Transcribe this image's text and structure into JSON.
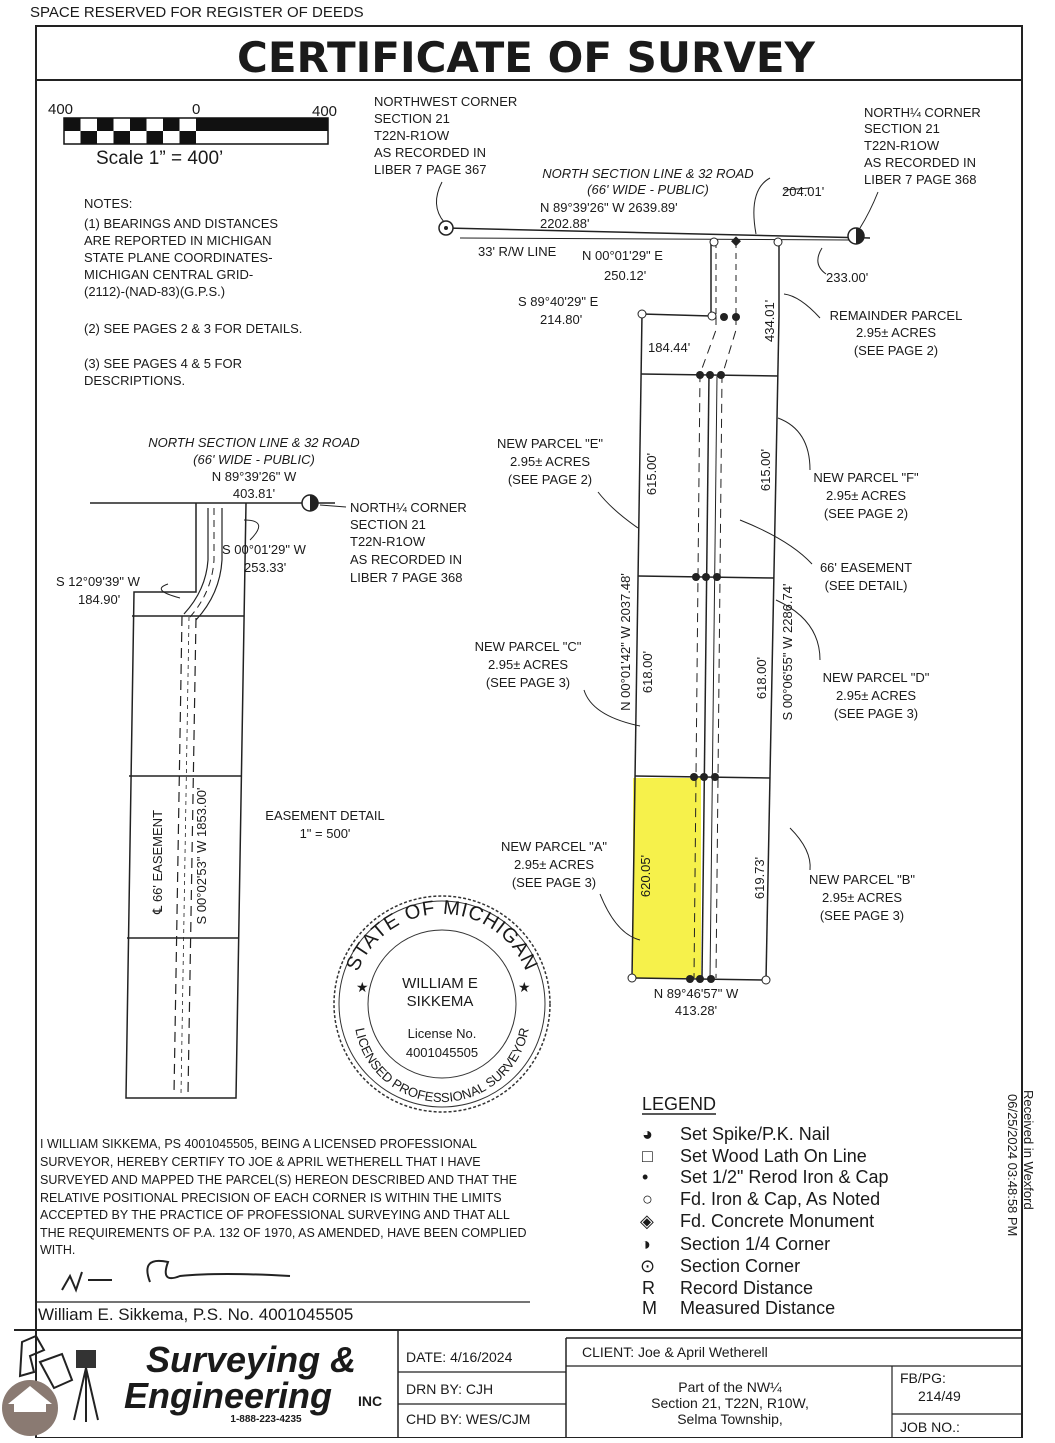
{
  "header": {
    "reserved": "SPACE RESERVED FOR REGISTER OF DEEDS",
    "title": "CERTIFICATE OF SURVEY"
  },
  "scale": {
    "left": "400",
    "mid": "0",
    "right": "400",
    "label": "Scale  1”  =  400’"
  },
  "notes": {
    "heading": "NOTES:",
    "lines": [
      "(1) BEARINGS AND DISTANCES",
      "ARE REPORTED IN MICHIGAN",
      "STATE PLANE COORDINATES-",
      "MICHIGAN CENTRAL GRID-",
      "(2112)-(NAD-83)(G.P.S.)",
      "(2) SEE PAGES 2 & 3 FOR DETAILS.",
      "(3) SEE PAGES 4 & 5 FOR",
      "DESCRIPTIONS."
    ]
  },
  "nw_corner": [
    "NORTHWEST CORNER",
    "SECTION 21",
    "T22N-R1OW",
    "AS RECORDED IN",
    "LIBER 7 PAGE 367"
  ],
  "n14_corner": [
    "NORTH¼ CORNER",
    "SECTION 21",
    "T22N-R1OW",
    "AS RECORDED IN",
    "LIBER 7 PAGE 368"
  ],
  "main": {
    "road": [
      "NORTH SECTION LINE & 32 ROAD",
      "(66' WIDE - PUBLIC)"
    ],
    "bearing_top": "N 89°39'26\" W  2639.89'",
    "d_2202": "2202.88'",
    "d_204": "204.01'",
    "rw": "33' R/W LINE",
    "n00_bearing": "N 00°01'29\" E",
    "n00_dist": "250.12'",
    "d_233": "233.00'",
    "s89_bearing": "S 89°40'29\" E",
    "s89_dist": "214.80'",
    "d_184": "184.44'",
    "d_434": "434.01'",
    "remainder": [
      "REMAINDER PARCEL",
      "2.95± ACRES",
      "(SEE PAGE 2)"
    ],
    "parcel_e": [
      "NEW PARCEL \"E\"",
      "2.95± ACRES",
      "(SEE PAGE 2)"
    ],
    "parcel_f": [
      "NEW PARCEL \"F\"",
      "2.95± ACRES",
      "(SEE PAGE 2)"
    ],
    "parcel_c": [
      "NEW PARCEL \"C\"",
      "2.95± ACRES",
      "(SEE PAGE 3)"
    ],
    "parcel_d": [
      "NEW PARCEL \"D\"",
      "2.95± ACRES",
      "(SEE PAGE 3)"
    ],
    "parcel_a": [
      "NEW PARCEL \"A\"",
      "2.95± ACRES",
      "(SEE PAGE 3)"
    ],
    "parcel_b": [
      "NEW PARCEL \"B\"",
      "2.95± ACRES",
      "(SEE PAGE 3)"
    ],
    "easement": [
      "66' EASEMENT",
      "(SEE DETAIL)"
    ],
    "d_615_left": "615.00'",
    "d_615_right": "615.00'",
    "d_618_left": "618.00'",
    "d_618_right": "618.00'",
    "d_620": "620.05'",
    "d_619": "619.73'",
    "west_line": "N 00°01'42\" W  2037.48'",
    "east_line": "S 00°06'55\" W  2286.74'",
    "bottom_bearing": "N 89°46'57\" W",
    "bottom_dist": "413.28'"
  },
  "detail": {
    "road": [
      "NORTH SECTION LINE & 32 ROAD",
      "(66' WIDE - PUBLIC)"
    ],
    "bearing": "N 89°39'26\" W",
    "dist": "403.81'",
    "n14": [
      "NORTH¼ CORNER",
      "SECTION 21",
      "T22N-R1OW",
      "AS RECORDED IN",
      "LIBER 7 PAGE 368"
    ],
    "s00_bearing": "S 00°01'29\" W",
    "s00_dist": "253.33'",
    "s12_bearing": "S 12°09'39\" W",
    "s12_dist": "184.90'",
    "centerline": "S 00°02'53\" W  1853.00'",
    "easement_label": "℄ 66' EASEMENT",
    "title": "EASEMENT DETAIL",
    "scale": "1\" = 500'"
  },
  "seal": {
    "top_arc": "STATE OF MICHIGAN",
    "bottom_arc": "LICENSED PROFESSIONAL SURVEYOR",
    "name1": "WILLIAM E",
    "name2": "SIKKEMA",
    "lic": "License No.",
    "lic_no": "4001045505"
  },
  "legend": {
    "title": "LEGEND",
    "items": [
      {
        "sym": "◕",
        "text": "Set  Spike/P.K.  Nail"
      },
      {
        "sym": "□",
        "text": "Set  Wood  Lath  On  Line"
      },
      {
        "sym": "•",
        "text": "Set  1/2\"  Rerod  Iron  &  Cap"
      },
      {
        "sym": "○",
        "text": "Fd.  Iron  &  Cap,  As  Noted"
      },
      {
        "sym": "◈",
        "text": "Fd.  Concrete  Monument"
      },
      {
        "sym": "◑",
        "text": "Section  1/4  Corner"
      },
      {
        "sym": "⊙",
        "text": "Section  Corner"
      },
      {
        "sym": "R",
        "text": "Record  Distance"
      },
      {
        "sym": "M",
        "text": "Measured  Distance"
      }
    ]
  },
  "certification": {
    "lines": [
      "I WILLIAM SIKKEMA, PS 4001045505, BEING A LICENSED PROFESSIONAL",
      "SURVEYOR, HEREBY CERTIFY TO JOE & APRIL WETHERELL THAT I HAVE",
      "SURVEYED AND MAPPED THE PARCEL(S) HEREON DESCRIBED AND THAT THE",
      "RELATIVE POSITIONAL PRECISION OF EACH CORNER IS WITHIN THE LIMITS",
      "ACCEPTED BY THE PRACTICE OF PROFESSIONAL SURVEYING AND THAT ALL",
      "THE REQUIREMENTS OF P.A. 132 OF 1970, AS AMENDED, HAVE BEEN COMPLIED",
      "WITH."
    ],
    "signature_line": "William  E.  Sikkema,  P.S.  No.  4001045505"
  },
  "stamp": "06/25/2024 03:48:58 PM",
  "stamp_cut": "Received in Wexford",
  "title_block": {
    "company1": "Surveying &",
    "company2": "Engineering",
    "inc": "INC",
    "phone": "1-888-223-4235",
    "date": "DATE:  4/16/2024",
    "drn": "DRN  BY:  CJH",
    "chd": "CHD  BY:  WES/CJM",
    "client": "CLIENT:  Joe  &  April  Wetherell",
    "desc": [
      "Part  of  the  NW¼",
      "Section  21,  T22N,  R10W,",
      "Selma  Township,"
    ],
    "fbpg_label": "FB/PG:",
    "fbpg": "214/49",
    "job": "JOB  NO.:"
  }
}
